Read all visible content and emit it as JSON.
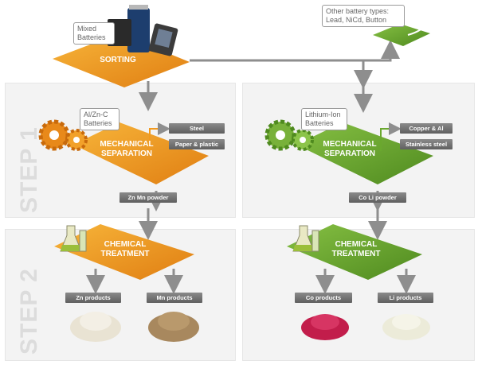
{
  "colors": {
    "orange": "#f29a1e",
    "green": "#6aa82e",
    "arrow_gray": "#8e8e8e",
    "tag_gray": "#6e6e6e"
  },
  "steps": {
    "step1": "STEP 1",
    "step2": "STEP 2"
  },
  "top": {
    "mixed_label": "Mixed Batteries",
    "sorting": "SORTING",
    "other_types_line1": "Other battery types:",
    "other_types_line2": "Lead, NiCd, Button"
  },
  "left": {
    "callout_line1": "Al/Zn-C",
    "callout_line2": "Batteries",
    "mech_line1": "MECHANICAL",
    "mech_line2": "SEPARATION",
    "output1": "Steel",
    "output2": "Paper & plastic",
    "powder": "Zn Mn powder",
    "chem_line1": "CHEMICAL",
    "chem_line2": "TREATMENT",
    "product1": "Zn products",
    "product2": "Mn products"
  },
  "right": {
    "callout_line1": "Lithium-Ion",
    "callout_line2": "Batteries",
    "mech_line1": "MECHANICAL",
    "mech_line2": "SEPARATION",
    "output1": "Copper & Al",
    "output2": "Stainless steel",
    "powder": "Co Li powder",
    "chem_line1": "CHEMICAL",
    "chem_line2": "TREATMENT",
    "product1": "Co products",
    "product2": "Li products"
  },
  "icons": {
    "batteries": "battery-pile-icon",
    "gears": "gears-icon",
    "flask": "chemistry-flask-icon",
    "powder": "powder-heap-icon"
  }
}
